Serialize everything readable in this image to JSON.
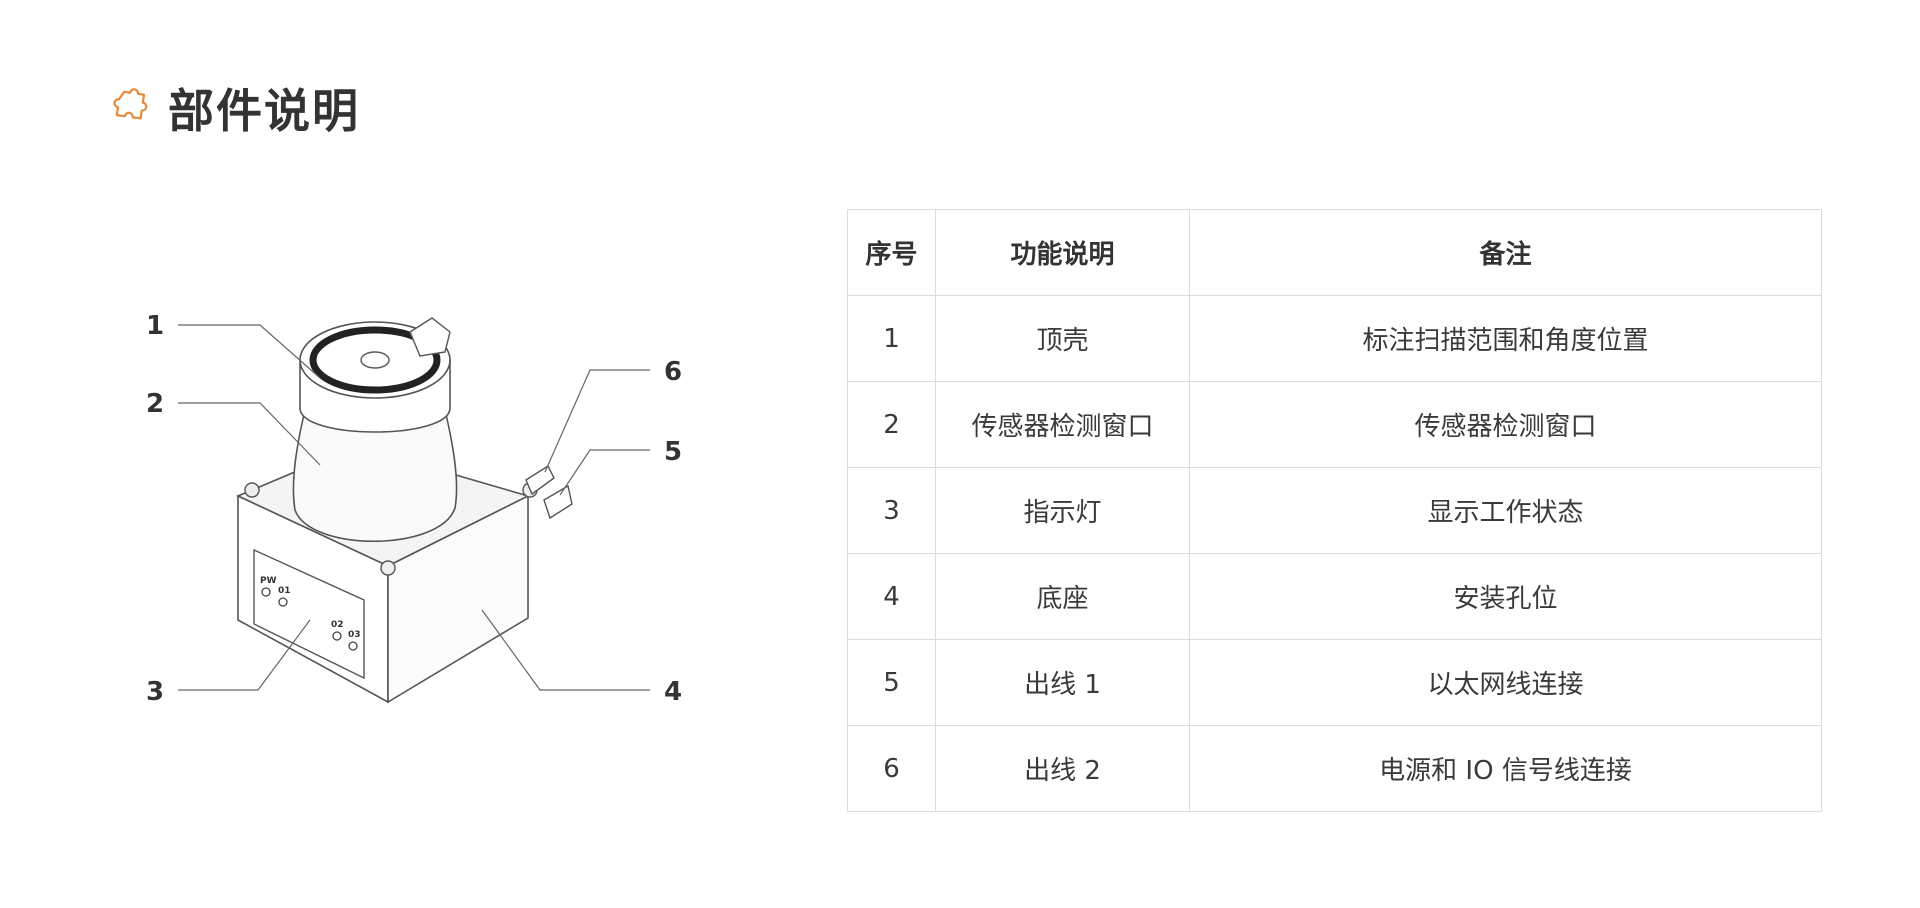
{
  "header": {
    "icon": "puzzle-piece-icon",
    "accent_color": "#e58a3c",
    "title": "部件说明"
  },
  "diagram": {
    "callouts": [
      "1",
      "2",
      "3",
      "4",
      "5",
      "6"
    ],
    "panel_labels": [
      "PW",
      "01",
      "02",
      "03"
    ]
  },
  "table": {
    "headers": {
      "no": "序号",
      "function": "功能说明",
      "note": "备注"
    },
    "rows": [
      {
        "no": "1",
        "function": "顶壳",
        "note": "标注扫描范围和角度位置"
      },
      {
        "no": "2",
        "function": "传感器检测窗口",
        "note": "传感器检测窗口"
      },
      {
        "no": "3",
        "function": "指示灯",
        "note": "显示工作状态"
      },
      {
        "no": "4",
        "function": "底座",
        "note": "安装孔位"
      },
      {
        "no": "5",
        "function": "出线 1",
        "note": "以太网线连接"
      },
      {
        "no": "6",
        "function": "出线 2",
        "note": "电源和 IO 信号线连接"
      }
    ]
  }
}
